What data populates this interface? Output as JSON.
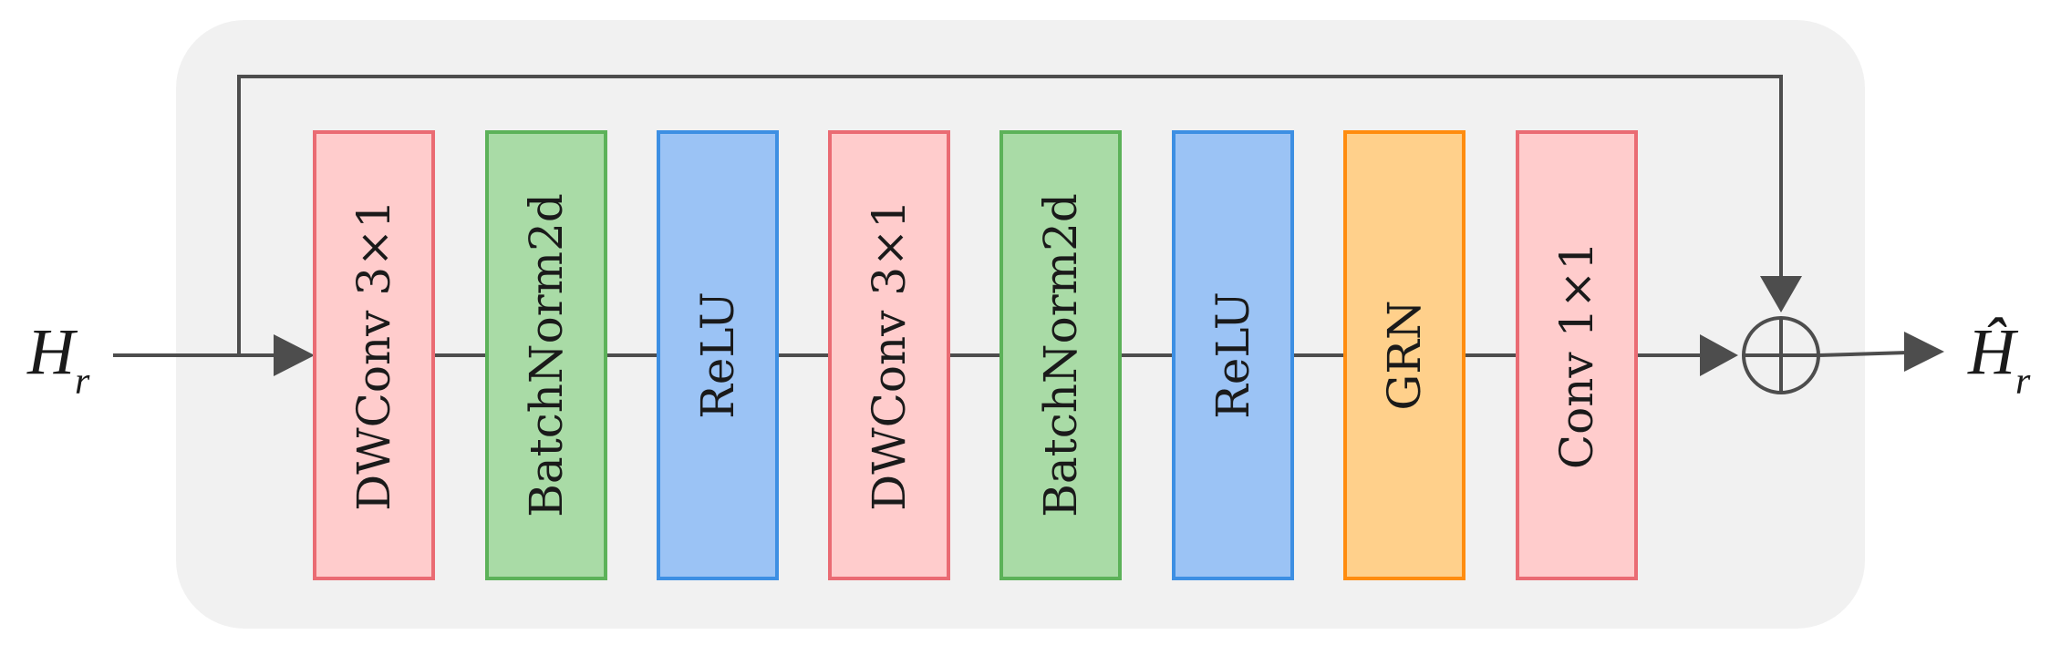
{
  "input_label": {
    "main": "H",
    "sub": "r"
  },
  "output_label": {
    "main": "Ĥ",
    "sub": "r"
  },
  "blocks": [
    {
      "label": "DWConv 3×1",
      "kind": "conv"
    },
    {
      "label": "BatchNorm2d",
      "kind": "norm"
    },
    {
      "label": "ReLU",
      "kind": "activation"
    },
    {
      "label": "DWConv 3×1",
      "kind": "conv"
    },
    {
      "label": "BatchNorm2d",
      "kind": "norm"
    },
    {
      "label": "ReLU",
      "kind": "activation"
    },
    {
      "label": "GRN",
      "kind": "grn"
    },
    {
      "label": "Conv 1×1",
      "kind": "conv"
    }
  ],
  "colors": {
    "conv": {
      "fill": "#ffcccc",
      "stroke": "#ea6b73"
    },
    "norm": {
      "fill": "#a9dba6",
      "stroke": "#5cb259"
    },
    "activation": {
      "fill": "#9bc3f5",
      "stroke": "#3d8fe3"
    },
    "grn": {
      "fill": "#ffd08b",
      "stroke": "#ff8c0f"
    },
    "background": "#f1f1f1",
    "line": "#4d4d4d"
  }
}
